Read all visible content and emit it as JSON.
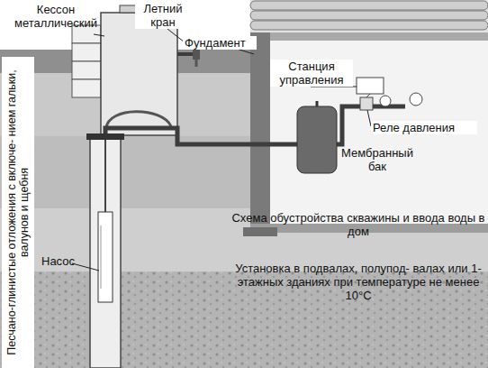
{
  "diagram": {
    "title": "Схема обустройства скважины и ввода воды в дом",
    "caption": "Установка в подвалах, полупод- валах или 1-этажных зданиях при температуре не менее 10°С",
    "labels": [
      "Кессон металлический",
      "Летний кран",
      "Фундамент",
      "Станция управления",
      "Реле давления",
      "Мембранный бак",
      "Песчано-глинистые отложения с включе- нием гальки, валунов и щебня",
      "Насос"
    ]
  }
}
